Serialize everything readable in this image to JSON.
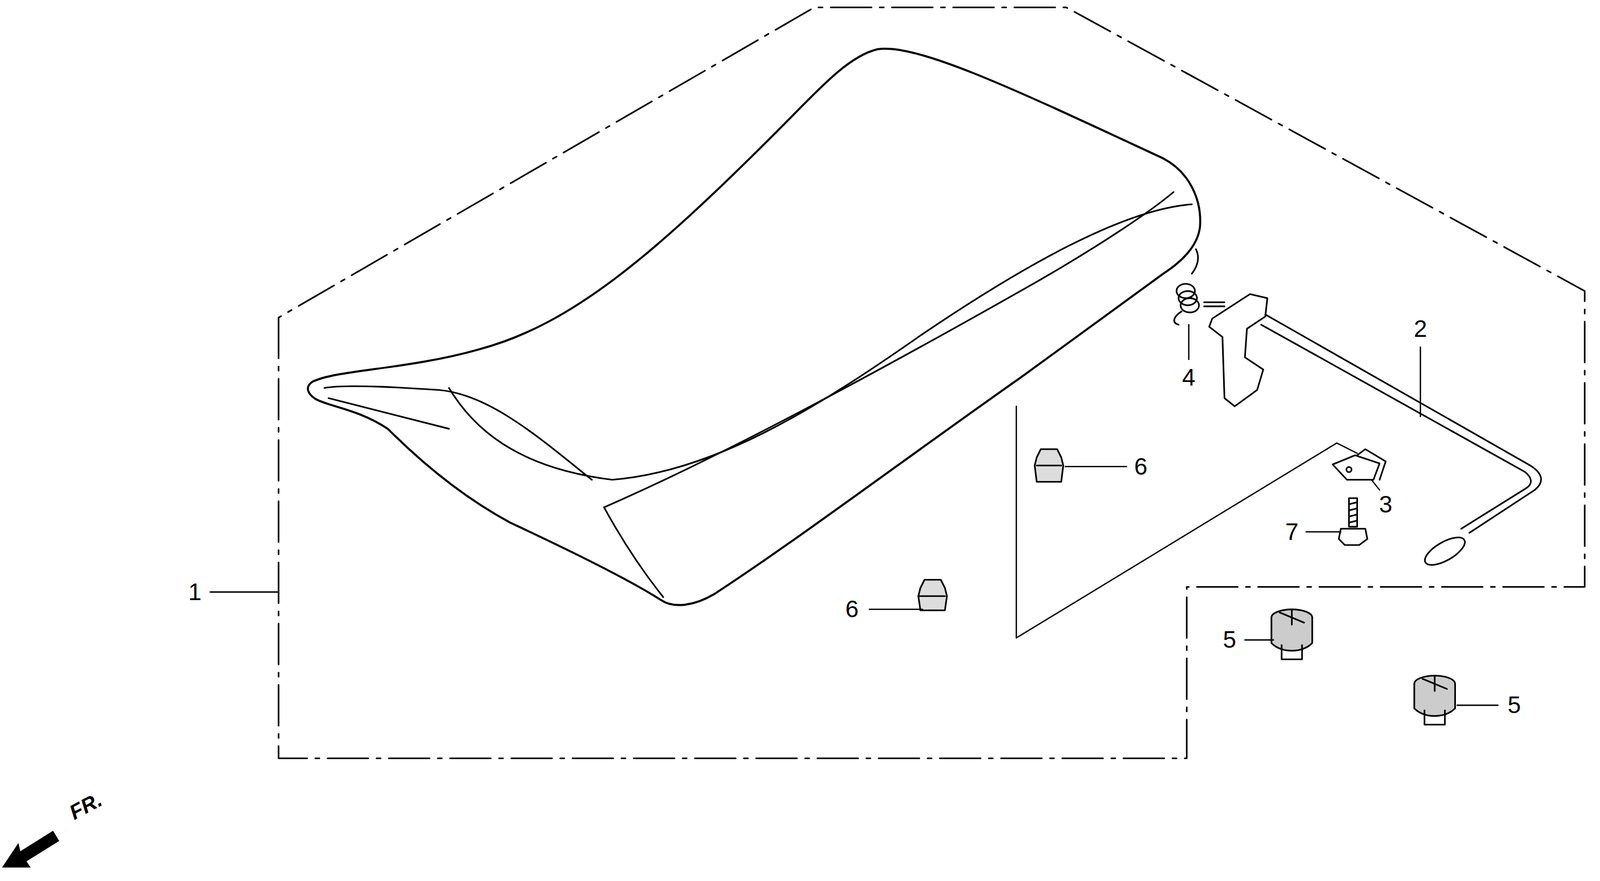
{
  "diagram": {
    "labels": [
      "2",
      "4",
      "6",
      "3",
      "7",
      "1",
      "6",
      "5",
      "5",
      "FR."
    ]
  }
}
